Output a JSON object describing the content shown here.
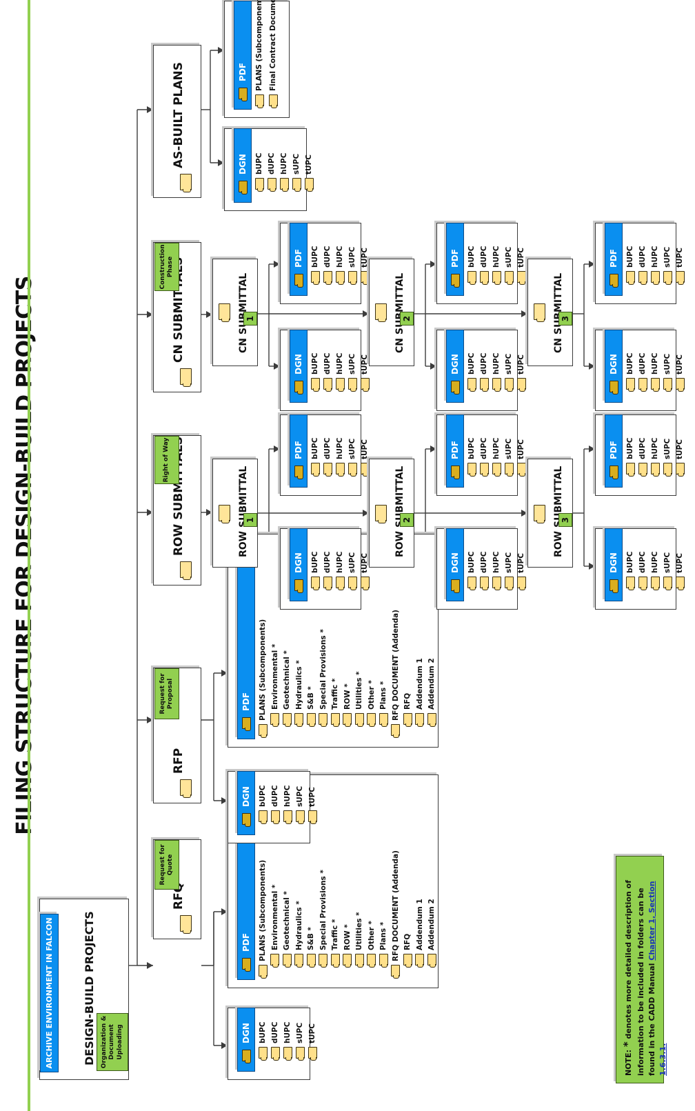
{
  "title": "FILING STRUCTURE FOR DESIGN-BUILD PROJECTS",
  "colors": {
    "accent_green": "#92d050",
    "folder_blue": "#0a8ff0",
    "folder_yellow": "#ffe08a",
    "link": "#1a35b8"
  },
  "root": {
    "archive_label": "ARCHIVE ENVIRONMENT IN FALCON",
    "label": "DESIGN-BUILD PROJECTS",
    "tag": "Organization & Document Uploading"
  },
  "upc_items": [
    "bUPC",
    "dUPC",
    "hUPC",
    "sUPC",
    "tUPC"
  ],
  "format_labels": {
    "dgn": "DGN",
    "pdf": "PDF"
  },
  "rfq": {
    "label": "RFQ",
    "tag": "Request for Quote",
    "pdf_items": [
      "PLANS (Subcomponents)",
      "Environmental *",
      "Geotechnical *",
      "Hydraulics *",
      "S&B *",
      "Special Provisions *",
      "Traffic *",
      "ROW *",
      "Utilities *",
      "Other *",
      "Plans *",
      "RFQ DOCUMENT (Addenda)",
      "RFQ",
      "Addendum 1",
      "Addendum 2"
    ]
  },
  "rfp": {
    "label": "RFP",
    "tag": "Request for Proposal",
    "pdf_items": [
      "PLANS (Subcomponents)",
      "Environmental *",
      "Geotechnical *",
      "Hydraulics *",
      "S&B *",
      "Special Provisions *",
      "Traffic *",
      "ROW *",
      "Utilities *",
      "Other *",
      "Plans *",
      "RFQ DOCUMENT (Addenda)",
      "RFQ",
      "Addendum 1",
      "Addendum 2"
    ]
  },
  "row": {
    "label": "ROW SUBMITTALS",
    "tag": "Right of Way",
    "submittal_label": "ROW SUBMITTAL",
    "submittals": [
      "1",
      "2",
      "3"
    ]
  },
  "cn": {
    "label": "CN SUBMITTALS",
    "tag": "Construction Phase",
    "submittal_label": "CN SUBMITTAL",
    "submittals": [
      "1",
      "2",
      "3"
    ]
  },
  "asbuilt": {
    "label": "AS-BUILT PLANS",
    "pdf_items": [
      "PLANS (Subcomponents)",
      "Final Contract Documents"
    ]
  },
  "note": {
    "prefix": "NOTE:",
    "star": "*",
    "text": " denotes more detailed description of information to be included in folders can be found in the CADD Manual ",
    "link": "Chapter 1, Section 1.6.3.1."
  }
}
